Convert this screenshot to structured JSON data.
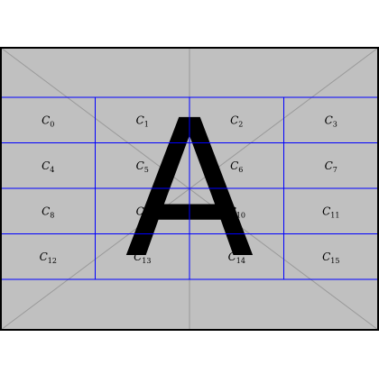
{
  "placeholder": {
    "background_color": "#c0c0c0",
    "border_color": "#000000",
    "diagonal_color": "#999999",
    "letter": "A"
  },
  "grid": {
    "line_color": "#0000ff",
    "rows": 4,
    "cols": 4,
    "cells": [
      {
        "base": "C",
        "sub": "0"
      },
      {
        "base": "C",
        "sub": "1"
      },
      {
        "base": "C",
        "sub": "2"
      },
      {
        "base": "C",
        "sub": "3"
      },
      {
        "base": "C",
        "sub": "4"
      },
      {
        "base": "C",
        "sub": "5"
      },
      {
        "base": "C",
        "sub": "6"
      },
      {
        "base": "C",
        "sub": "7"
      },
      {
        "base": "C",
        "sub": "8"
      },
      {
        "base": "C",
        "sub": "9"
      },
      {
        "base": "C",
        "sub": "10"
      },
      {
        "base": "C",
        "sub": "11"
      },
      {
        "base": "C",
        "sub": "12"
      },
      {
        "base": "C",
        "sub": "13"
      },
      {
        "base": "C",
        "sub": "14"
      },
      {
        "base": "C",
        "sub": "15"
      }
    ]
  }
}
